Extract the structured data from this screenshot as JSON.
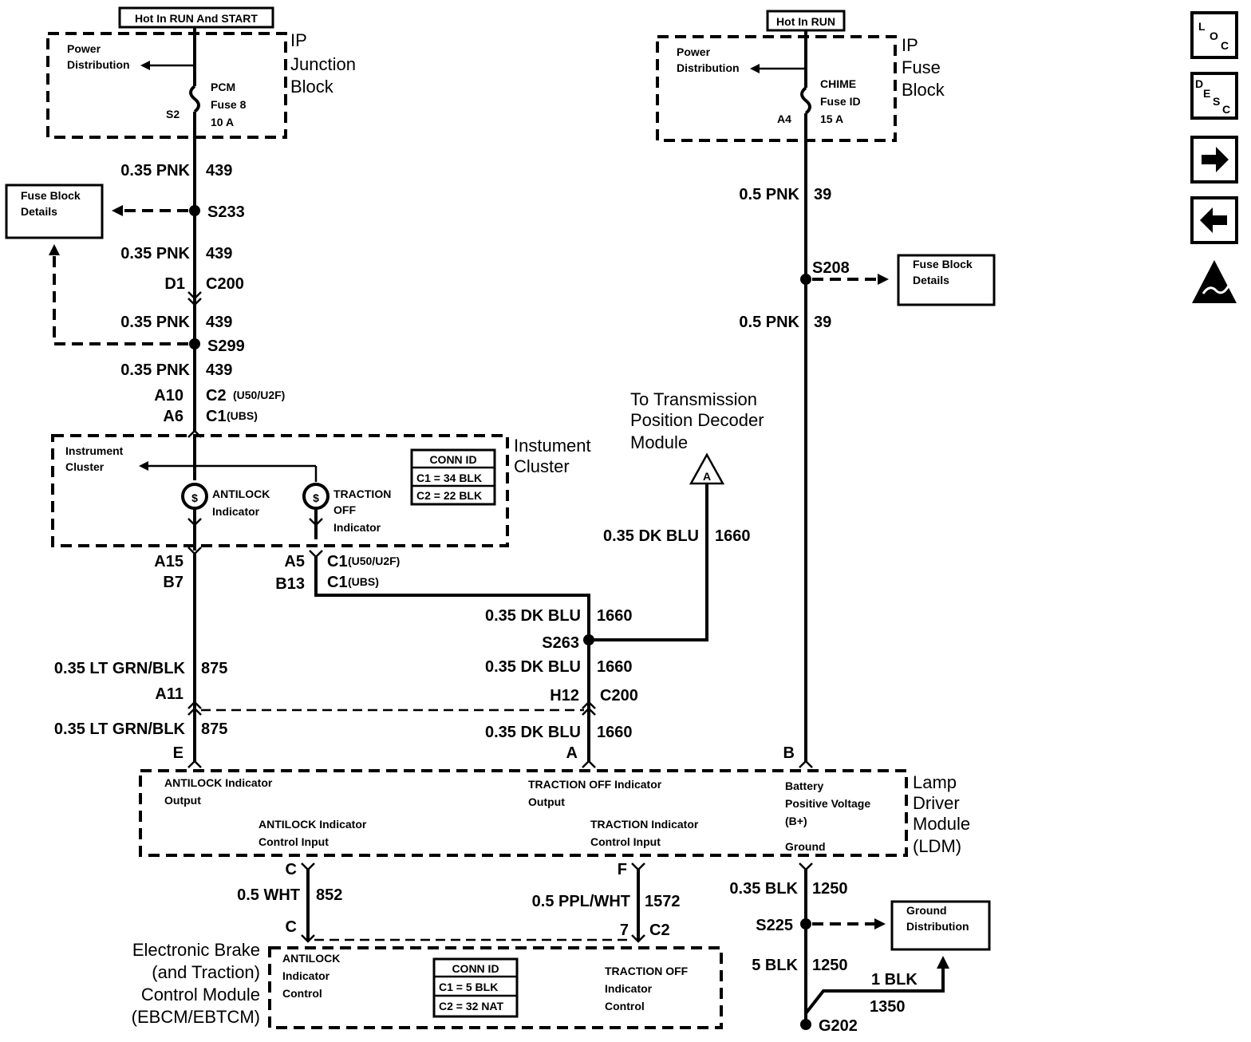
{
  "labels": {
    "hot_run_start": "Hot In RUN And START",
    "hot_run": "Hot In RUN",
    "power_dist_1": "Power",
    "power_dist_2": "Distribution",
    "ip_junction_1": "IP",
    "ip_junction_2": "Junction",
    "ip_junction_3": "Block",
    "ip_fuse_1": "IP",
    "ip_fuse_2": "Fuse",
    "ip_fuse_3": "Block",
    "pcm_fuse_1": "PCM",
    "pcm_fuse_2": "Fuse 8",
    "pcm_fuse_3": "10 A",
    "pcm_pin": "S2",
    "chime_fuse_1": "CHIME",
    "chime_fuse_2": "Fuse ID",
    "chime_fuse_3": "15 A",
    "chime_pin": "A4",
    "fuse_block_details_1": "Fuse Block",
    "fuse_block_details_2": "Details",
    "w_035_pnk": "0.35 PNK",
    "c_439": "439",
    "w_05_pnk": "0.5 PNK",
    "c_39": "39",
    "s233": "S233",
    "s299": "S299",
    "s208": "S208",
    "d1": "D1",
    "c200": "C200",
    "a10": "A10",
    "a6": "A6",
    "c2_u50": "C2",
    "c2_u50_note": "(U50/U2F)",
    "c1_ubs": "C1",
    "c1_ubs_note": "(UBS)",
    "instrument_cluster_1": "Instument",
    "instrument_cluster_2": "Cluster",
    "ic_inner_1": "Instrument",
    "ic_inner_2": "Cluster",
    "antilock_ind_1": "ANTILOCK",
    "antilock_ind_2": "Indicator",
    "traction_ind_1": "TRACTION",
    "traction_ind_2": "OFF",
    "traction_ind_3": "Indicator",
    "conn_id": "CONN ID",
    "ic_c1": "C1 = 34 BLK",
    "ic_c2": "C2 = 22 BLK",
    "a15": "A15",
    "b7": "B7",
    "a5": "A5",
    "b13": "B13",
    "c1": "C1",
    "u50_note": "(U50/U2F)",
    "ubs_note": "(UBS)",
    "to_tpdm_1": "To Transmission",
    "to_tpdm_2": "Position Decoder",
    "to_tpdm_3": "Module",
    "tri_a": "A",
    "w_035_dkblu": "0.35 DK BLU",
    "c_1660": "1660",
    "s263": "S263",
    "w_035_ltgrn": "0.35 LT GRN/BLK",
    "c_875": "875",
    "a11": "A11",
    "h12": "H12",
    "pin_e": "E",
    "pin_a": "A",
    "pin_b": "B",
    "ldm_1": "Lamp",
    "ldm_2": "Driver",
    "ldm_3": "Module",
    "ldm_4": "(LDM)",
    "ldm_antilock_out_1": "ANTILOCK Indicator",
    "ldm_antilock_out_2": "Output",
    "ldm_traction_out_1": "TRACTION OFF Indicator",
    "ldm_traction_out_2": "Output",
    "ldm_antilock_in_1": "ANTILOCK Indicator",
    "ldm_antilock_in_2": "Control Input",
    "ldm_traction_in_1": "TRACTION Indicator",
    "ldm_traction_in_2": "Control Input",
    "ldm_batt_1": "Battery",
    "ldm_batt_2": "Positive Voltage",
    "ldm_batt_3": "(B+)",
    "ldm_ground": "Ground",
    "pin_c": "C",
    "pin_f": "F",
    "pin_7": "7",
    "c2": "C2",
    "w_05_wht": "0.5 WHT",
    "c_852": "852",
    "w_05_ppl": "0.5 PPL/WHT",
    "c_1572": "1572",
    "w_035_blk": "0.35 BLK",
    "c_1250": "1250",
    "s225": "S225",
    "w_5_blk": "5 BLK",
    "w_1_blk": "1 BLK",
    "c_1350": "1350",
    "g202": "G202",
    "ground_dist_1": "Ground",
    "ground_dist_2": "Distribution",
    "ebcm_1": "Electronic Brake",
    "ebcm_2": "(and Traction)",
    "ebcm_3": "Control Module",
    "ebcm_4": "(EBCM/EBTCM)",
    "ebcm_antilock_1": "ANTILOCK",
    "ebcm_antilock_2": "Indicator",
    "ebcm_antilock_3": "Control",
    "ebcm_traction_1": "TRACTION OFF",
    "ebcm_traction_2": "Indicator",
    "ebcm_traction_3": "Control",
    "ebcm_c1": "C1 = 5 BLK",
    "ebcm_c2": "C2 = 32 NAT"
  },
  "nav": {
    "loc_l": "L",
    "loc_o": "O",
    "loc_c": "C",
    "desc_d": "D",
    "desc_e": "E",
    "desc_s": "S",
    "desc_c": "C"
  },
  "icons": [
    "location-icon",
    "description-icon",
    "next-arrow-icon",
    "back-arrow-icon",
    "esd-warning-icon"
  ]
}
